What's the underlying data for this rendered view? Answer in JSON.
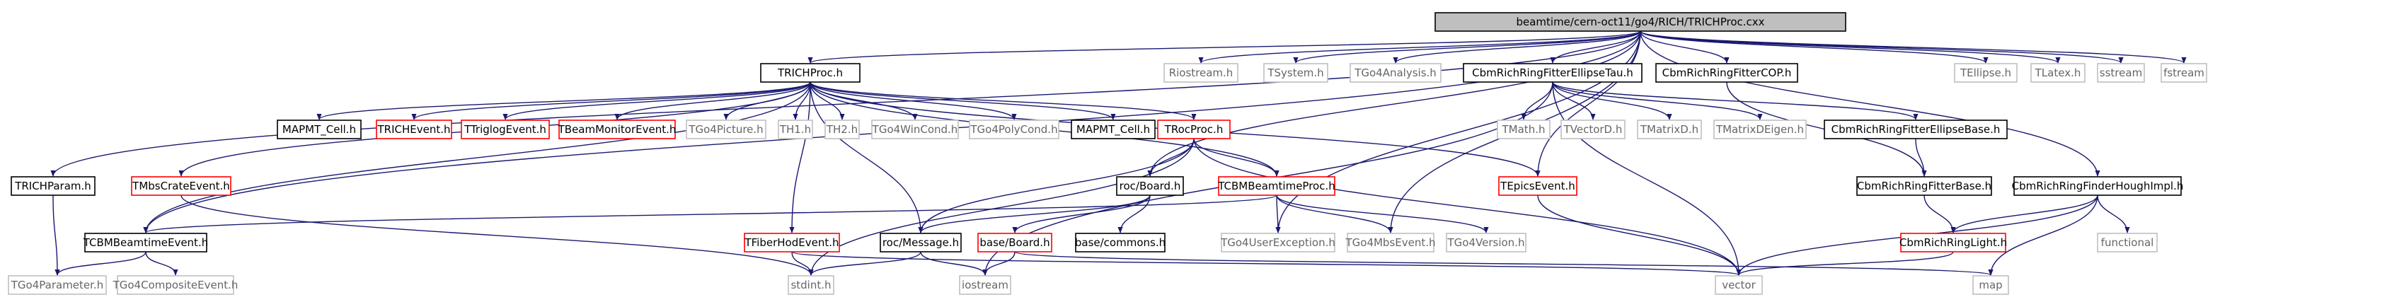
{
  "diagram": {
    "root": "beamtime/cern-oct11/go4/RICH/TRICHProc.cxx",
    "colors": {
      "root_fill": "#bfbfbf",
      "documented_border": "#000000",
      "undocumented_border": "#bfbfbf",
      "truncated_border": "#ff0000",
      "edge": "#191970",
      "documented_text": "#000000",
      "undocumented_text": "#666666"
    },
    "nodes": [
      {
        "id": "root",
        "label": "beamtime/cern-oct11/go4/RICH/TRICHProc.cxx",
        "style": "root"
      },
      {
        "id": "trichproc_h",
        "label": "TRICHProc.h",
        "style": "documented"
      },
      {
        "id": "riostream",
        "label": "Riostream.h",
        "style": "undocumented"
      },
      {
        "id": "tsystem",
        "label": "TSystem.h",
        "style": "undocumented"
      },
      {
        "id": "tgo4analysis",
        "label": "TGo4Analysis.h",
        "style": "undocumented"
      },
      {
        "id": "ellipsetau",
        "label": "CbmRichRingFitterEllipseTau.h",
        "style": "documented"
      },
      {
        "id": "fittercop",
        "label": "CbmRichRingFitterCOP.h",
        "style": "documented"
      },
      {
        "id": "tellipse",
        "label": "TEllipse.h",
        "style": "undocumented"
      },
      {
        "id": "tlatex",
        "label": "TLatex.h",
        "style": "undocumented"
      },
      {
        "id": "sstream",
        "label": "sstream",
        "style": "undocumented"
      },
      {
        "id": "fstream",
        "label": "fstream",
        "style": "undocumented"
      },
      {
        "id": "trichparam",
        "label": "TRICHParam.h",
        "style": "documented"
      },
      {
        "id": "tmbscrate",
        "label": "TMbsCrateEvent.h",
        "style": "truncated"
      },
      {
        "id": "mapmt1",
        "label": "MAPMT_Cell.h",
        "style": "documented"
      },
      {
        "id": "trichevent",
        "label": "TRICHEvent.h",
        "style": "truncated"
      },
      {
        "id": "ttriglog",
        "label": "TTriglogEvent.h",
        "style": "truncated"
      },
      {
        "id": "tbeammon",
        "label": "TBeamMonitorEvent.h",
        "style": "truncated"
      },
      {
        "id": "tgo4picture",
        "label": "TGo4Picture.h",
        "style": "undocumented"
      },
      {
        "id": "th1",
        "label": "TH1.h",
        "style": "undocumented"
      },
      {
        "id": "th2",
        "label": "TH2.h",
        "style": "undocumented"
      },
      {
        "id": "tgo4wincond",
        "label": "TGo4WinCond.h",
        "style": "undocumented"
      },
      {
        "id": "tgo4polycond",
        "label": "TGo4PolyCond.h",
        "style": "undocumented"
      },
      {
        "id": "mapmt2",
        "label": "MAPMT_Cell.h",
        "style": "documented"
      },
      {
        "id": "trocproc",
        "label": "TRocProc.h",
        "style": "truncated"
      },
      {
        "id": "tmath",
        "label": "TMath.h",
        "style": "undocumented"
      },
      {
        "id": "tvectord",
        "label": "TVectorD.h",
        "style": "undocumented"
      },
      {
        "id": "tmatrixd",
        "label": "TMatrixD.h",
        "style": "undocumented"
      },
      {
        "id": "tmatrixdeigen",
        "label": "TMatrixDEigen.h",
        "style": "undocumented"
      },
      {
        "id": "ellipsebase",
        "label": "CbmRichRingFitterEllipseBase.h",
        "style": "documented"
      },
      {
        "id": "fitterbase",
        "label": "CbmRichRingFitterBase.h",
        "style": "documented"
      },
      {
        "id": "houghimpl",
        "label": "CbmRichRingFinderHoughImpl.h",
        "style": "documented"
      },
      {
        "id": "rocboard",
        "label": "roc/Board.h",
        "style": "documented"
      },
      {
        "id": "tcbmbtproc",
        "label": "TCBMBeamtimeProc.h",
        "style": "truncated"
      },
      {
        "id": "tepics",
        "label": "TEpicsEvent.h",
        "style": "truncated"
      },
      {
        "id": "tcbmbtevent",
        "label": "TCBMBeamtimeEvent.h",
        "style": "documented"
      },
      {
        "id": "tfiberhod",
        "label": "TFiberHodEvent.h",
        "style": "truncated"
      },
      {
        "id": "rocmessage",
        "label": "roc/Message.h",
        "style": "documented"
      },
      {
        "id": "baseboard",
        "label": "base/Board.h",
        "style": "truncated"
      },
      {
        "id": "basecommons",
        "label": "base/commons.h",
        "style": "documented"
      },
      {
        "id": "tgo4userexc",
        "label": "TGo4UserException.h",
        "style": "undocumented"
      },
      {
        "id": "tgo4mbs",
        "label": "TGo4MbsEvent.h",
        "style": "undocumented"
      },
      {
        "id": "tgo4version",
        "label": "TGo4Version.h",
        "style": "undocumented"
      },
      {
        "id": "ringlight",
        "label": "CbmRichRingLight.h",
        "style": "truncated"
      },
      {
        "id": "functional",
        "label": "functional",
        "style": "undocumented"
      },
      {
        "id": "tgo4param",
        "label": "TGo4Parameter.h",
        "style": "undocumented"
      },
      {
        "id": "tgo4composite",
        "label": "TGo4CompositeEvent.h",
        "style": "undocumented"
      },
      {
        "id": "stdint",
        "label": "stdint.h",
        "style": "undocumented"
      },
      {
        "id": "iostream",
        "label": "iostream",
        "style": "undocumented"
      },
      {
        "id": "vector",
        "label": "vector",
        "style": "undocumented"
      },
      {
        "id": "map",
        "label": "map",
        "style": "undocumented"
      }
    ],
    "edges": [
      [
        "root",
        "trichproc_h"
      ],
      [
        "root",
        "riostream"
      ],
      [
        "root",
        "tsystem"
      ],
      [
        "root",
        "tgo4analysis"
      ],
      [
        "root",
        "ellipsetau"
      ],
      [
        "root",
        "fittercop"
      ],
      [
        "root",
        "tellipse"
      ],
      [
        "root",
        "tlatex"
      ],
      [
        "root",
        "sstream"
      ],
      [
        "root",
        "fstream"
      ],
      [
        "root",
        "trichparam"
      ],
      [
        "root",
        "tcbmbtevent"
      ],
      [
        "root",
        "rocboard"
      ],
      [
        "root",
        "tgo4userexc"
      ],
      [
        "root",
        "tgo4mbs"
      ],
      [
        "root",
        "tepics"
      ],
      [
        "root",
        "houghimpl"
      ],
      [
        "trichproc_h",
        "tmbscrate"
      ],
      [
        "trichproc_h",
        "mapmt1"
      ],
      [
        "trichproc_h",
        "trichevent"
      ],
      [
        "trichproc_h",
        "ttriglog"
      ],
      [
        "trichproc_h",
        "tbeammon"
      ],
      [
        "trichproc_h",
        "tgo4picture"
      ],
      [
        "trichproc_h",
        "th1"
      ],
      [
        "trichproc_h",
        "th2"
      ],
      [
        "trichproc_h",
        "tgo4wincond"
      ],
      [
        "trichproc_h",
        "tgo4polycond"
      ],
      [
        "trichproc_h",
        "mapmt2"
      ],
      [
        "trichproc_h",
        "trocproc"
      ],
      [
        "trichproc_h",
        "tcbmbtproc"
      ],
      [
        "trichproc_h",
        "tepics"
      ],
      [
        "trichproc_h",
        "tfiberhod"
      ],
      [
        "trichproc_h",
        "rocmessage"
      ],
      [
        "trichproc_h",
        "tcbmbtevent"
      ],
      [
        "trocproc",
        "rocboard"
      ],
      [
        "trocproc",
        "rocmessage"
      ],
      [
        "trocproc",
        "tcbmbtproc"
      ],
      [
        "trocproc",
        "stdint"
      ],
      [
        "trocproc",
        "vector"
      ],
      [
        "rocboard",
        "rocmessage"
      ],
      [
        "rocboard",
        "baseboard"
      ],
      [
        "rocboard",
        "basecommons"
      ],
      [
        "tcbmbtproc",
        "tcbmbtevent"
      ],
      [
        "tcbmbtproc",
        "tgo4userexc"
      ],
      [
        "tcbmbtproc",
        "tgo4mbs"
      ],
      [
        "tcbmbtproc",
        "tgo4version"
      ],
      [
        "trichparam",
        "tgo4param"
      ],
      [
        "tmbscrate",
        "stdint"
      ],
      [
        "tcbmbtevent",
        "tgo4param"
      ],
      [
        "tcbmbtevent",
        "tgo4composite"
      ],
      [
        "tfiberhod",
        "stdint"
      ],
      [
        "tfiberhod",
        "vector"
      ],
      [
        "rocmessage",
        "stdint"
      ],
      [
        "rocmessage",
        "iostream"
      ],
      [
        "baseboard",
        "iostream"
      ],
      [
        "baseboard",
        "map"
      ],
      [
        "tepics",
        "vector"
      ],
      [
        "ellipsetau",
        "tmath"
      ],
      [
        "ellipsetau",
        "tvectord"
      ],
      [
        "ellipsetau",
        "tmatrixd"
      ],
      [
        "ellipsetau",
        "tmatrixdeigen"
      ],
      [
        "ellipsetau",
        "ellipsebase"
      ],
      [
        "ellipsetau",
        "vector"
      ],
      [
        "ellipsetau",
        "iostream"
      ],
      [
        "ellipsebase",
        "fitterbase"
      ],
      [
        "fittercop",
        "fitterbase"
      ],
      [
        "fitterbase",
        "ringlight"
      ],
      [
        "houghimpl",
        "ringlight"
      ],
      [
        "houghimpl",
        "functional"
      ],
      [
        "houghimpl",
        "vector"
      ],
      [
        "houghimpl",
        "map"
      ],
      [
        "ringlight",
        "vector"
      ]
    ]
  }
}
